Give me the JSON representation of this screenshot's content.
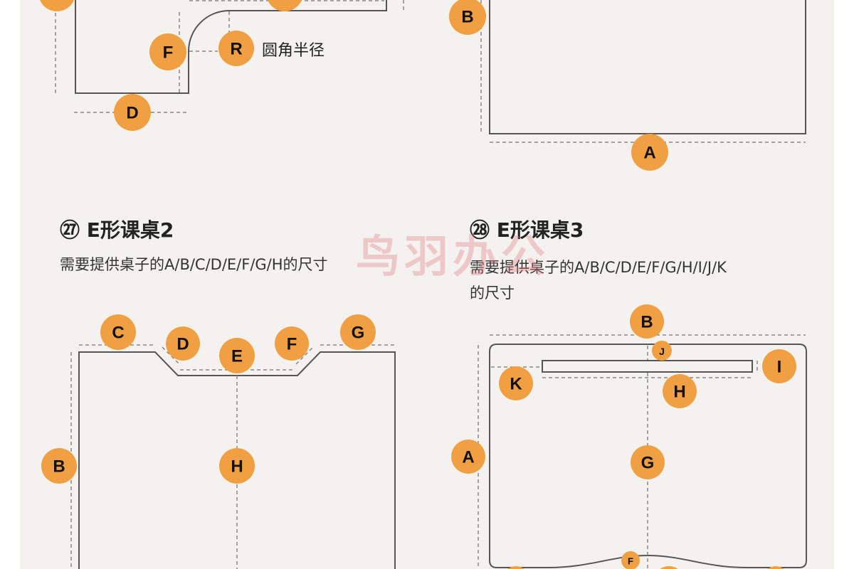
{
  "top_left": {
    "badges": [
      "F",
      "R",
      "D"
    ],
    "radius_note": "圆角半径"
  },
  "top_right": {
    "badges": [
      "B",
      "A"
    ]
  },
  "section27": {
    "title": "㉗ E形课桌2",
    "desc": "需要提供桌子的A/B/C/D/E/F/G/H的尺寸",
    "badges": [
      "C",
      "D",
      "E",
      "F",
      "G",
      "B",
      "H"
    ]
  },
  "section28": {
    "title": "㉘ E形课桌3",
    "desc_line1": "需要提供桌子的A/B/C/D/E/F/G/H/I/J/K",
    "desc_line2": "的尺寸",
    "badges": [
      "B",
      "J",
      "I",
      "K",
      "H",
      "A",
      "G",
      "F"
    ]
  },
  "watermark": "鸟羽办公",
  "colors": {
    "badge": "#f0a043",
    "panel": "#f4f2ef",
    "outline": "#555555"
  }
}
